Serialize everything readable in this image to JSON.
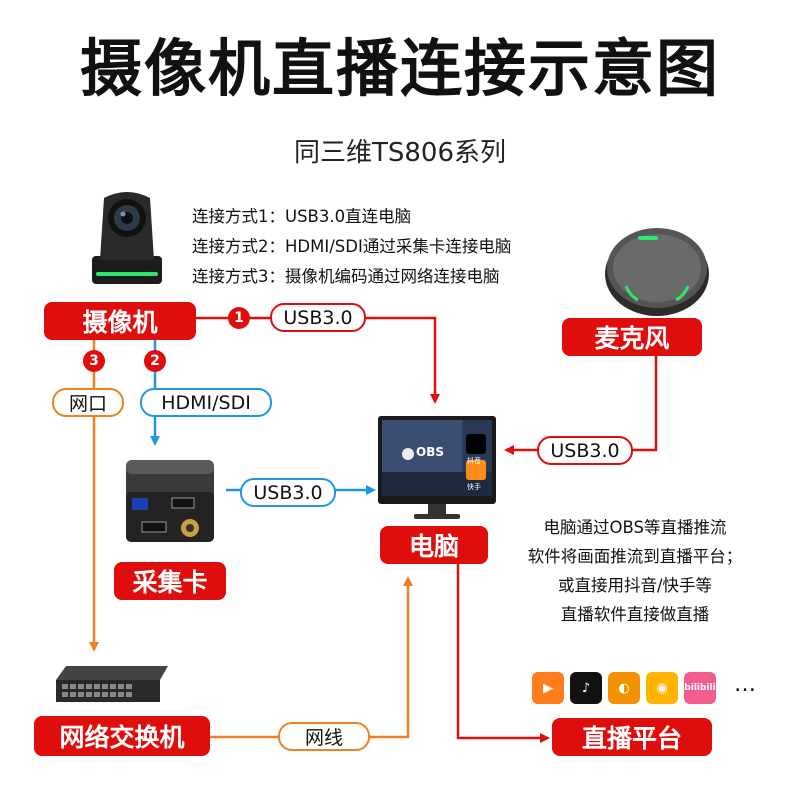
{
  "title": "摄像机直播连接示意图",
  "subtitle": "同三维TS806系列",
  "methods": [
    "连接方式1：USB3.0直连电脑",
    "连接方式2：HDMI/SDI通过采集卡连接电脑",
    "连接方式3：摄像机编码通过网络连接电脑"
  ],
  "nodes": {
    "camera": "摄像机",
    "microphone": "麦克风",
    "computer": "电脑",
    "capture_card": "采集卡",
    "switch": "网络交换机",
    "platform": "直播平台"
  },
  "links": {
    "usb_camera": "USB3.0",
    "usb_mic": "USB3.0",
    "usb_capture": "USB3.0",
    "hdmi_sdi": "HDMI/SDI",
    "lan_port": "网口",
    "cable": "网线"
  },
  "badges": [
    "1",
    "2",
    "3"
  ],
  "screen": {
    "obs": "OBS",
    "douyin": "抖音",
    "kuaishou": "快手"
  },
  "description": [
    "电脑通过OBS等直播推流",
    "软件将画面推流到直播平台；",
    "或直接用抖音/快手等",
    "直播软件直接做直播"
  ],
  "platform_more": "…",
  "platform_logo_text": "bilibili",
  "colors": {
    "red": "#e00d0d",
    "blue": "#2196e0",
    "orange": "#f08020"
  }
}
